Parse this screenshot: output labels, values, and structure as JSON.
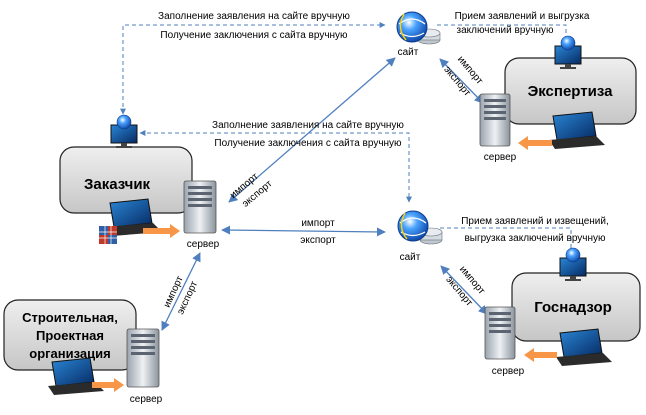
{
  "nodes": {
    "zakazchik": {
      "title": "Заказчик",
      "server_caption": "сервер"
    },
    "ekspertiza": {
      "title": "Экспертиза",
      "server_caption": "сервер"
    },
    "gosnadzor": {
      "title": "Госнадзор",
      "server_caption": "сервер"
    },
    "stroitelnaya": {
      "title_line1": "Строительная,",
      "title_line2": "Проектная",
      "title_line3": "организация",
      "server_caption": "сервер"
    },
    "site_top": {
      "caption": "сайт"
    },
    "site_mid": {
      "caption": "сайт"
    }
  },
  "labels": {
    "top_fill": "Заполнение заявления на сайте вручную",
    "top_get": "Получение заключения с сайта вручную",
    "mid_fill": "Заполнение заявления на сайте вручную",
    "mid_get": "Получение заключения с сайта вручную",
    "exp_receive_1": "Прием заявлений и выгрузка",
    "exp_receive_2": "заключений вручную",
    "gos_receive_1": "Прием заявлений и извещений,",
    "gos_receive_2": "выгрузка заключений вручную",
    "import": "импорт",
    "export": "экспорт"
  },
  "colors": {
    "box_fill": "#d7d7d7",
    "arrow_blue": "#4f7fbf",
    "dashed_blue": "#4f81bd",
    "orange": "#f79646"
  }
}
